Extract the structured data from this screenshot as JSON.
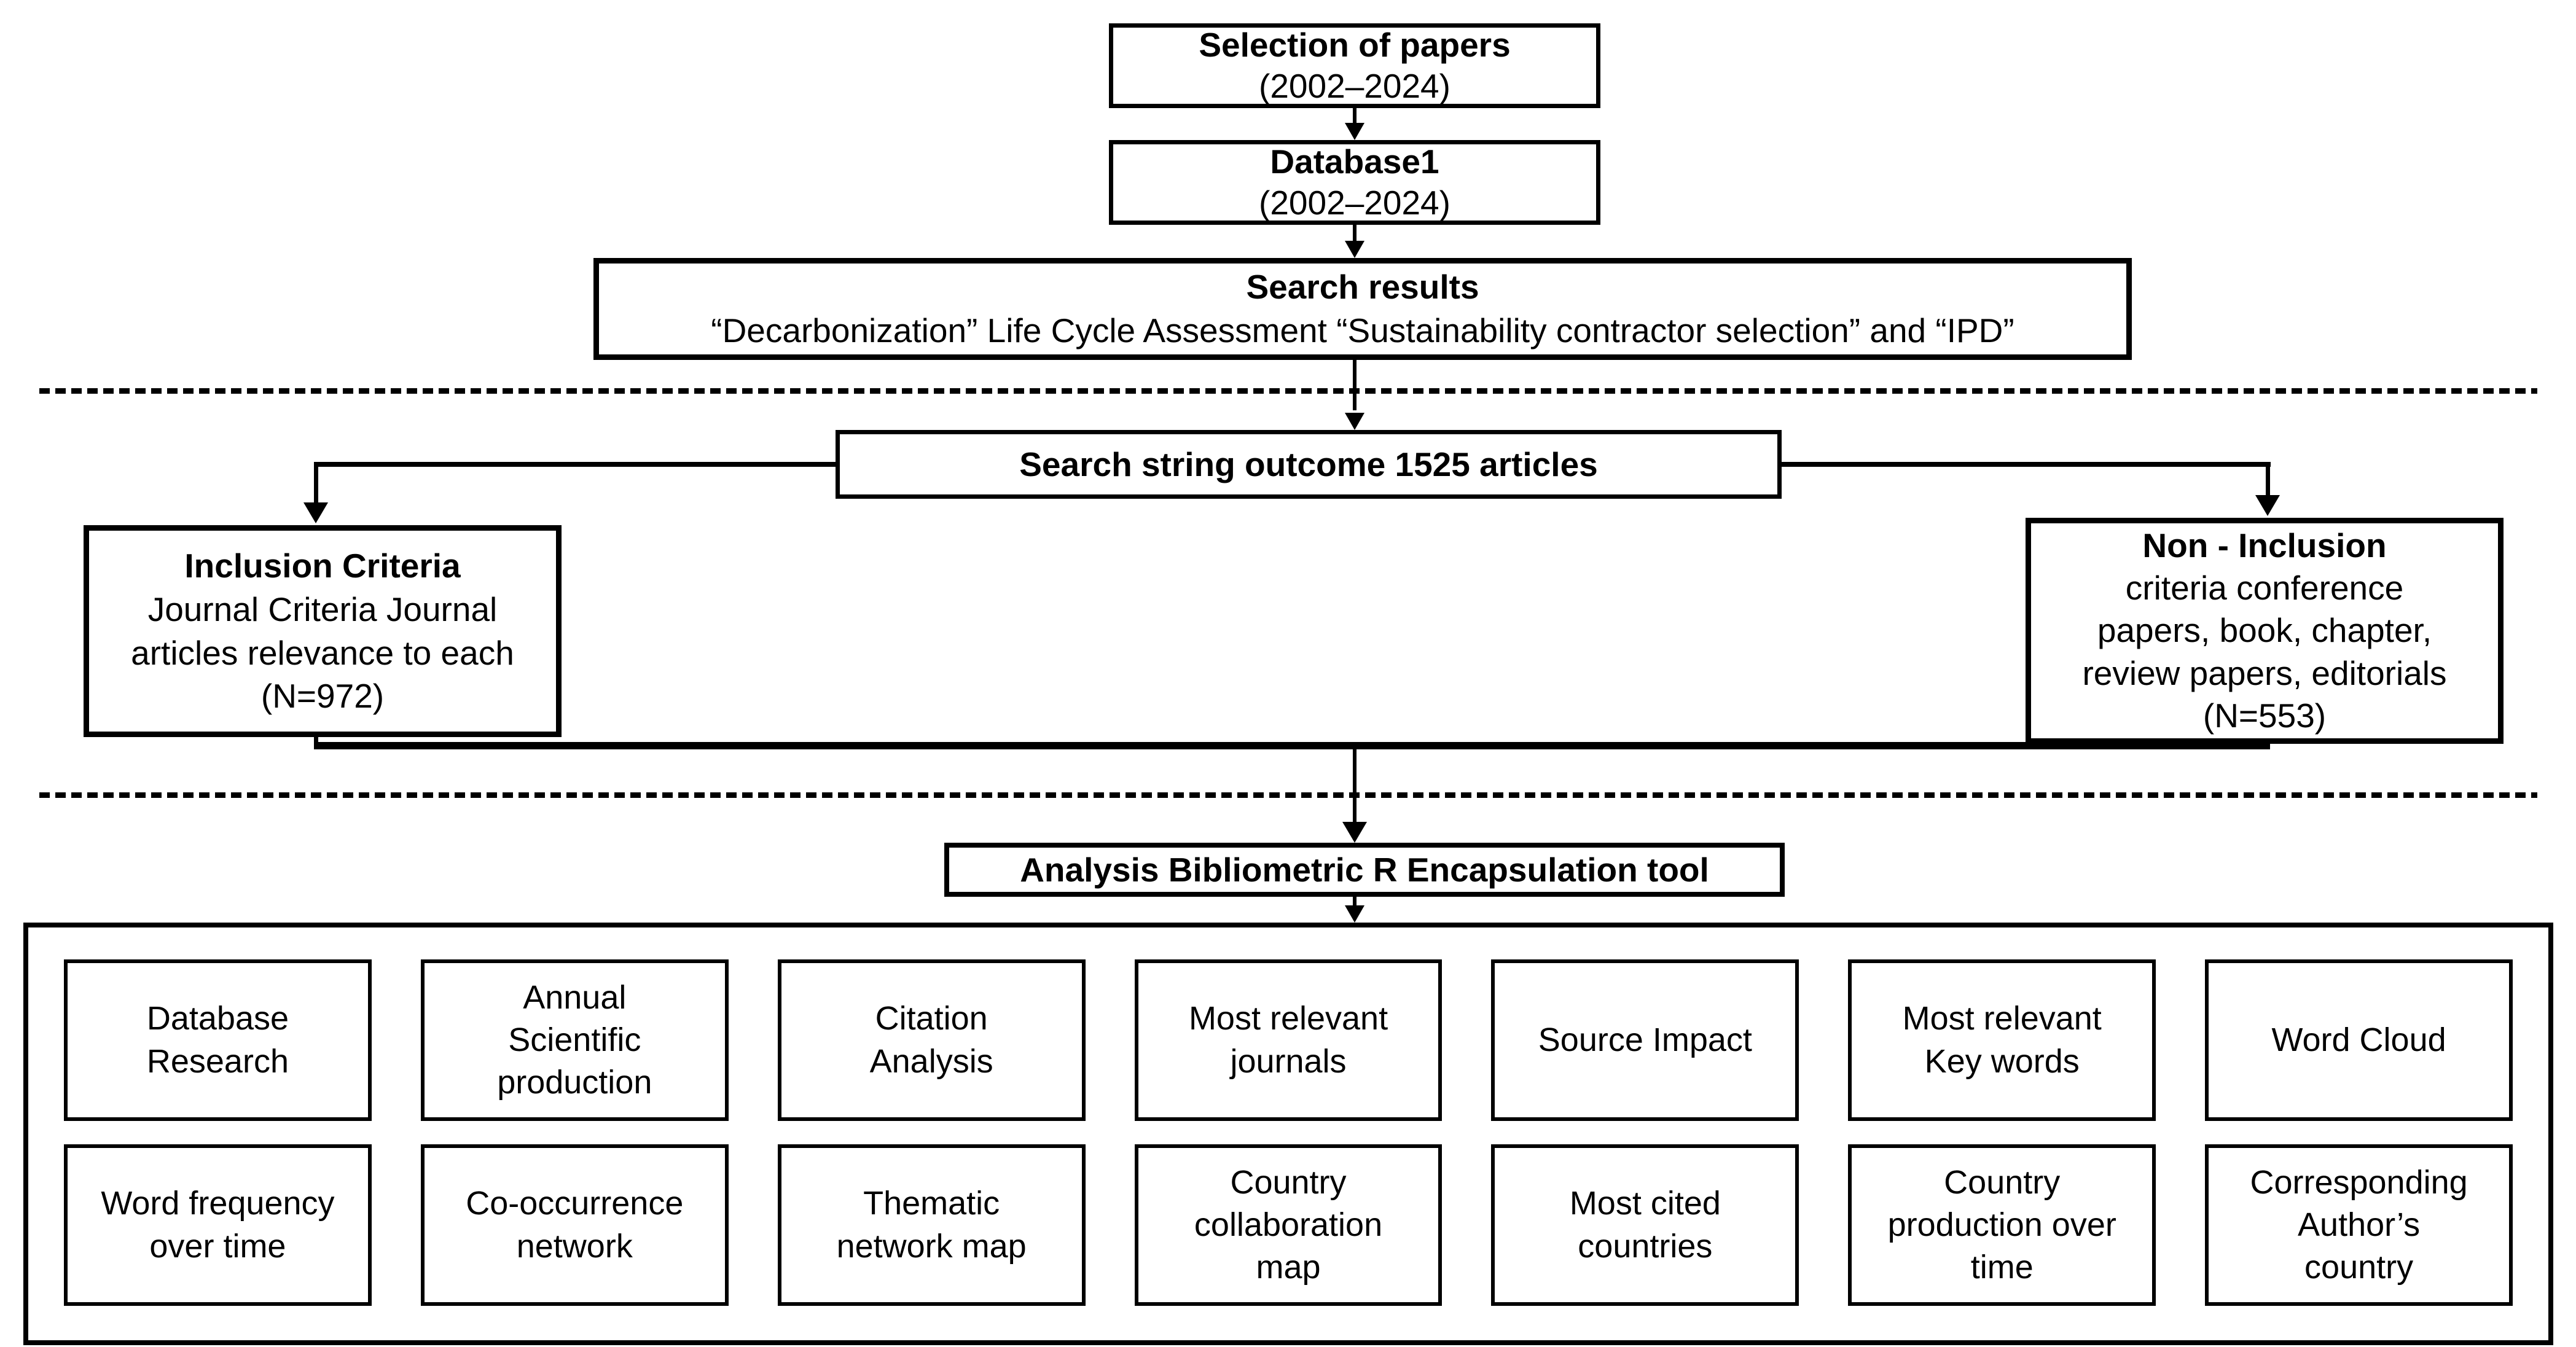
{
  "flow": {
    "selection": {
      "title": "Selection of papers",
      "subtitle": "(2002–2024)"
    },
    "database": {
      "title": "Database1",
      "subtitle": "(2002–2024)"
    },
    "search_results": {
      "title": "Search results",
      "query": "“Decarbonization” Life Cycle Assessment “Sustainability contractor selection” and “IPD”"
    },
    "search_string": {
      "title": "Search string outcome 1525 articles"
    },
    "inclusion": {
      "title": "Inclusion Criteria",
      "body": "Journal Criteria Journal\narticles relevance to each\n(N=972)"
    },
    "non_inclusion": {
      "title": "Non - Inclusion",
      "body": "criteria conference\npapers, book, chapter,\nreview papers, editorials\n(N=553)"
    },
    "analysis": {
      "title": "Analysis Bibliometric R Encapsulation tool"
    }
  },
  "grid": {
    "rows": [
      {
        "cells": [
          "Database\nResearch",
          "Annual\nScientific\nproduction",
          "Citation\nAnalysis",
          "Most relevant\njournals",
          "Source Impact",
          "Most relevant\nKey words",
          "Word Cloud"
        ]
      },
      {
        "cells": [
          "Word frequency\nover time",
          "Co-occurrence\nnetwork",
          "Thematic\nnetwork map",
          "Country\ncollaboration\nmap",
          "Most cited\ncountries",
          "Country\nproduction over\ntime",
          "Corresponding\nAuthor’s\ncountry"
        ]
      }
    ]
  },
  "colors": {
    "line": "#000000",
    "background": "#ffffff"
  }
}
